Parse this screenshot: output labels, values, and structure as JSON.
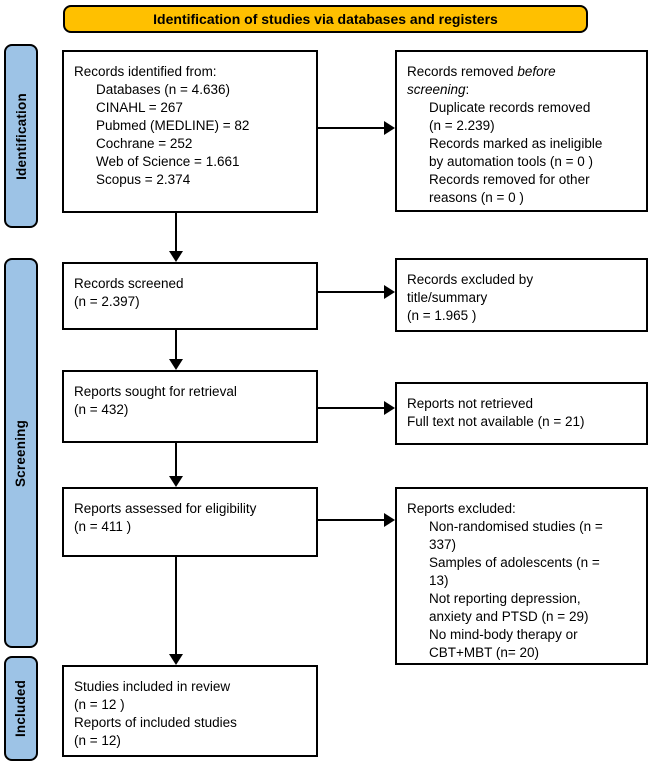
{
  "header": {
    "title": "Identification of studies via databases and registers"
  },
  "stages": {
    "identification": "Identification",
    "screening": "Screening",
    "included": "Included"
  },
  "boxes": {
    "records_identified": {
      "title": "Records identified from:",
      "items": [
        "Databases (n = 4.636)",
        "CINAHL = 267",
        "Pubmed (MEDLINE) = 82",
        "Cochrane = 252",
        "Web of Science = 1.661",
        "Scopus = 2.374"
      ]
    },
    "records_removed": {
      "title": {
        "line1_text": "Records removed",
        "line1_italic": "before",
        "line2_italic": "screening",
        "line2_suffix": ":"
      },
      "items": [
        [
          "Duplicate records removed",
          "(n = 2.239)"
        ],
        [
          "Records marked as ineligible",
          "by automation tools (n = 0 )"
        ],
        [
          "Records removed for other",
          "reasons (n = 0 )"
        ]
      ]
    },
    "records_screened": {
      "lines": [
        "Records screened",
        "(n = 2.397)"
      ]
    },
    "records_excluded": {
      "lines": [
        "Records excluded by",
        "title/summary",
        "(n = 1.965 )"
      ]
    },
    "reports_sought": {
      "lines": [
        "Reports sought for retrieval",
        "(n = 432)"
      ]
    },
    "reports_not_retrieved": {
      "lines": [
        "Reports not retrieved",
        "Full text not available (n = 21)"
      ]
    },
    "reports_assessed": {
      "lines": [
        "Reports assessed for eligibility",
        "(n = 411 )"
      ]
    },
    "reports_excluded": {
      "title": "Reports excluded:",
      "items": [
        [
          "Non-randomised studies (n =",
          "337)"
        ],
        [
          "Samples of adolescents (n =",
          "13)"
        ],
        [
          "Not reporting depression,",
          "anxiety and PTSD (n = 29)"
        ],
        [
          "No mind-body therapy or",
          "CBT+MBT (n= 20)"
        ]
      ]
    },
    "studies_included": {
      "lines": [
        "Studies included in review",
        "(n = 12 )",
        "Reports of included studies",
        "(n = 12)"
      ]
    }
  },
  "colors": {
    "header_bg": "#FFC000",
    "stage_bg": "#9DC3E6",
    "border": "#000000"
  }
}
